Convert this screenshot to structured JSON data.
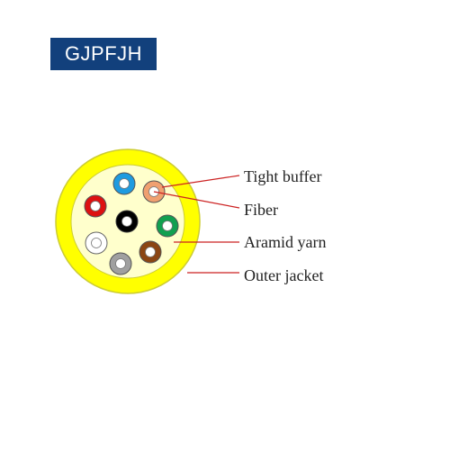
{
  "title": "GJPFJH",
  "colors": {
    "title_bg": "#12407c",
    "outer_jacket": "#ffff00",
    "aramid_yarn": "#ffffcc",
    "leader_line": "#cc2222"
  },
  "labels": {
    "tight_buffer": "Tight buffer",
    "fiber": "Fiber",
    "aramid_yarn": "Aramid yarn",
    "outer_jacket": "Outer jacket"
  },
  "fibers": [
    {
      "name": "blue",
      "color": "#1e9be0"
    },
    {
      "name": "orange",
      "color": "#f0a070"
    },
    {
      "name": "red",
      "color": "#dd1111"
    },
    {
      "name": "black",
      "color": "#000000"
    },
    {
      "name": "green",
      "color": "#11a050"
    },
    {
      "name": "white",
      "color": "#ffffff"
    },
    {
      "name": "brown",
      "color": "#8b4513"
    },
    {
      "name": "gray",
      "color": "#a0a0a0"
    }
  ]
}
